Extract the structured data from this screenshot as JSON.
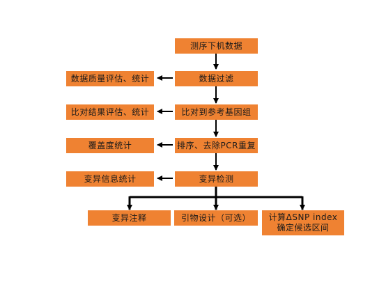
{
  "main_flow": {
    "step1": "测序下机数据",
    "step2": "数据过滤",
    "step3": "比对到参考基因组",
    "step4": "排序、去除PCR重复",
    "step5": "变异检测"
  },
  "side_outputs": {
    "quality": "数据质量评估、统计",
    "alignment": "比对结果评估、统计",
    "coverage": "覆盖度统计",
    "variant_stats": "变异信息统计"
  },
  "final_outputs": {
    "annotation": "变异注释",
    "primer": "引物设计（可选）",
    "snp_index_line1": "计算ΔSNP index",
    "snp_index_line2": "确定候选区间"
  },
  "colors": {
    "box_fill": "#ef8232",
    "line": "#000000"
  }
}
